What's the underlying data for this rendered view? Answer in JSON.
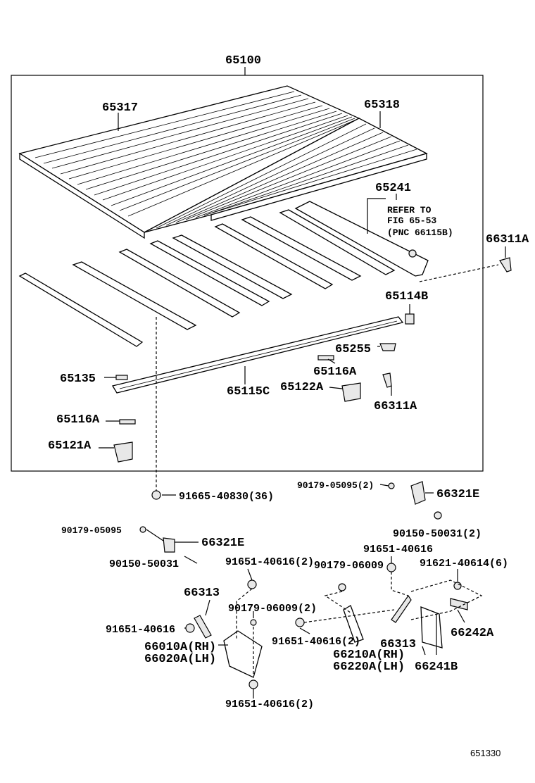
{
  "labels": {
    "assy": "65100",
    "panel_front": "65317",
    "panel_rear": "65318",
    "sill_a": "65241",
    "refer_1": "REFER TO",
    "refer_2": "FIG 65-53",
    "refer_3": "(PNC 66115B)",
    "hook_top": "66311A",
    "bracket_a": "65114B",
    "bracket_b": "65255",
    "bolt_a": "65116A",
    "bolt_b": "65116A",
    "plate_a": "65135",
    "rail_long": "65115C",
    "plate_b": "65122A",
    "hook_mid": "66311A",
    "plate_c": "65121A",
    "bolt_36": "91665-40830(36)",
    "nut_r_top": "90179-05095(2)",
    "bracket_r_top": "66321E",
    "bolt_r_top": "90150-50031(2)",
    "nut_l": "90179-05095",
    "bracket_l": "66321E",
    "bolt_l": "90150-50031",
    "bolt_c_top": "91651-40616(2)",
    "bolt_r_mid": "91651-40616",
    "nut_c_mid": "90179-06009",
    "bolt_r_6": "91621-40614(6)",
    "stay_l": "66313",
    "nut_c_low": "90179-06009(2)",
    "bolt_l_low": "91651-40616",
    "bolt_c_low": "91651-40616(2)",
    "stay_r": "66313",
    "plate_r": "66242A",
    "mud_l_rh": "66010A(RH)",
    "mud_l_lh": "66020A(LH)",
    "mud_r_rh": "66210A(RH)",
    "mud_r_lh": "66220A(LH)",
    "guard_r": "66241B",
    "bolt_bottom": "91651-40616(2)",
    "figure_id": "651330"
  }
}
